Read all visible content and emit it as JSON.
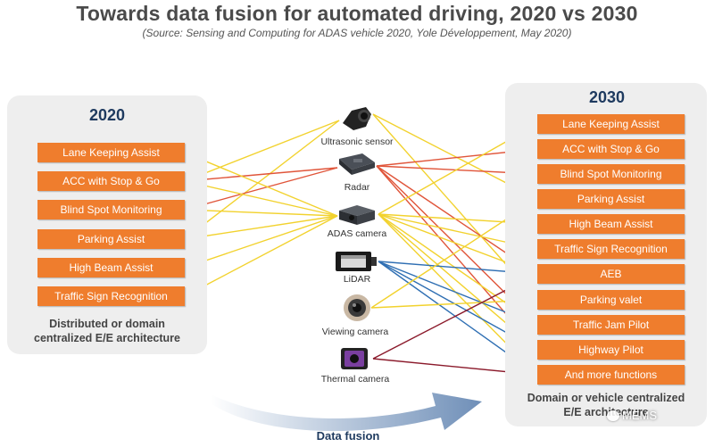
{
  "header": {
    "title": "Towards data fusion for automated driving, 2020 vs 2030",
    "source": "(Source: Sensing and Computing for ADAS vehicle 2020, Yole Développement, May 2020)"
  },
  "left_panel": {
    "year": "2020",
    "functions": [
      "Lane Keeping Assist",
      "ACC with Stop & Go",
      "Blind Spot Monitoring",
      "Parking Assist",
      "High Beam Assist",
      "Traffic Sign Recognition"
    ],
    "caption_line1": "Distributed or domain",
    "caption_line2": "centralized E/E architecture"
  },
  "sensors": {
    "items": [
      "Ultrasonic sensor",
      "Radar",
      "ADAS camera",
      "LiDAR",
      "Viewing camera",
      "Thermal camera"
    ]
  },
  "right_panel": {
    "year": "2030",
    "functions": [
      "Lane Keeping Assist",
      "ACC with Stop & Go",
      "Blind Spot Monitoring",
      "Parking Assist",
      "High Beam Assist",
      "Traffic Sign Recognition",
      "AEB",
      "Parking valet",
      "Traffic Jam Pilot",
      "Highway Pilot",
      "And more functions"
    ],
    "caption_line1": "Domain or vehicle centralized",
    "caption_line2": "E/E architecture"
  },
  "fusion": {
    "label": "Data fusion"
  },
  "watermark": {
    "text": "MEMS"
  },
  "colors": {
    "pill": "#ef7d2d",
    "year": "#1e3a5f",
    "ultrasonic_link": "#f2d22e",
    "radar_link": "#e0553a",
    "camera_link": "#f2d22e",
    "lidar_link": "#2f6fb3",
    "viewing_link": "#f2d22e",
    "thermal_link": "#8b1a2b",
    "arrow": "#6f8fb8"
  },
  "links": {
    "left": [
      {
        "sensor": 0,
        "function": 1
      },
      {
        "sensor": 0,
        "function": 3
      },
      {
        "sensor": 1,
        "function": 1
      },
      {
        "sensor": 1,
        "function": 2
      },
      {
        "sensor": 2,
        "function": 0
      },
      {
        "sensor": 2,
        "function": 2
      },
      {
        "sensor": 2,
        "function": 3
      },
      {
        "sensor": 2,
        "function": 4
      },
      {
        "sensor": 2,
        "function": 5
      },
      {
        "sensor": 2,
        "function": 1
      }
    ],
    "right": [
      {
        "sensor": 0,
        "function": 3
      },
      {
        "sensor": 0,
        "function": 7
      },
      {
        "sensor": 1,
        "function": 1
      },
      {
        "sensor": 1,
        "function": 2
      },
      {
        "sensor": 1,
        "function": 6
      },
      {
        "sensor": 1,
        "function": 8
      },
      {
        "sensor": 1,
        "function": 9
      },
      {
        "sensor": 2,
        "function": 0
      },
      {
        "sensor": 2,
        "function": 4
      },
      {
        "sensor": 2,
        "function": 5
      },
      {
        "sensor": 2,
        "function": 6
      },
      {
        "sensor": 2,
        "function": 8
      },
      {
        "sensor": 2,
        "function": 9
      },
      {
        "sensor": 2,
        "function": 10
      },
      {
        "sensor": 3,
        "function": 6
      },
      {
        "sensor": 3,
        "function": 8
      },
      {
        "sensor": 3,
        "function": 9
      },
      {
        "sensor": 3,
        "function": 10
      },
      {
        "sensor": 4,
        "function": 7
      },
      {
        "sensor": 4,
        "function": 3
      },
      {
        "sensor": 5,
        "function": 6
      },
      {
        "sensor": 5,
        "function": 10
      }
    ]
  }
}
